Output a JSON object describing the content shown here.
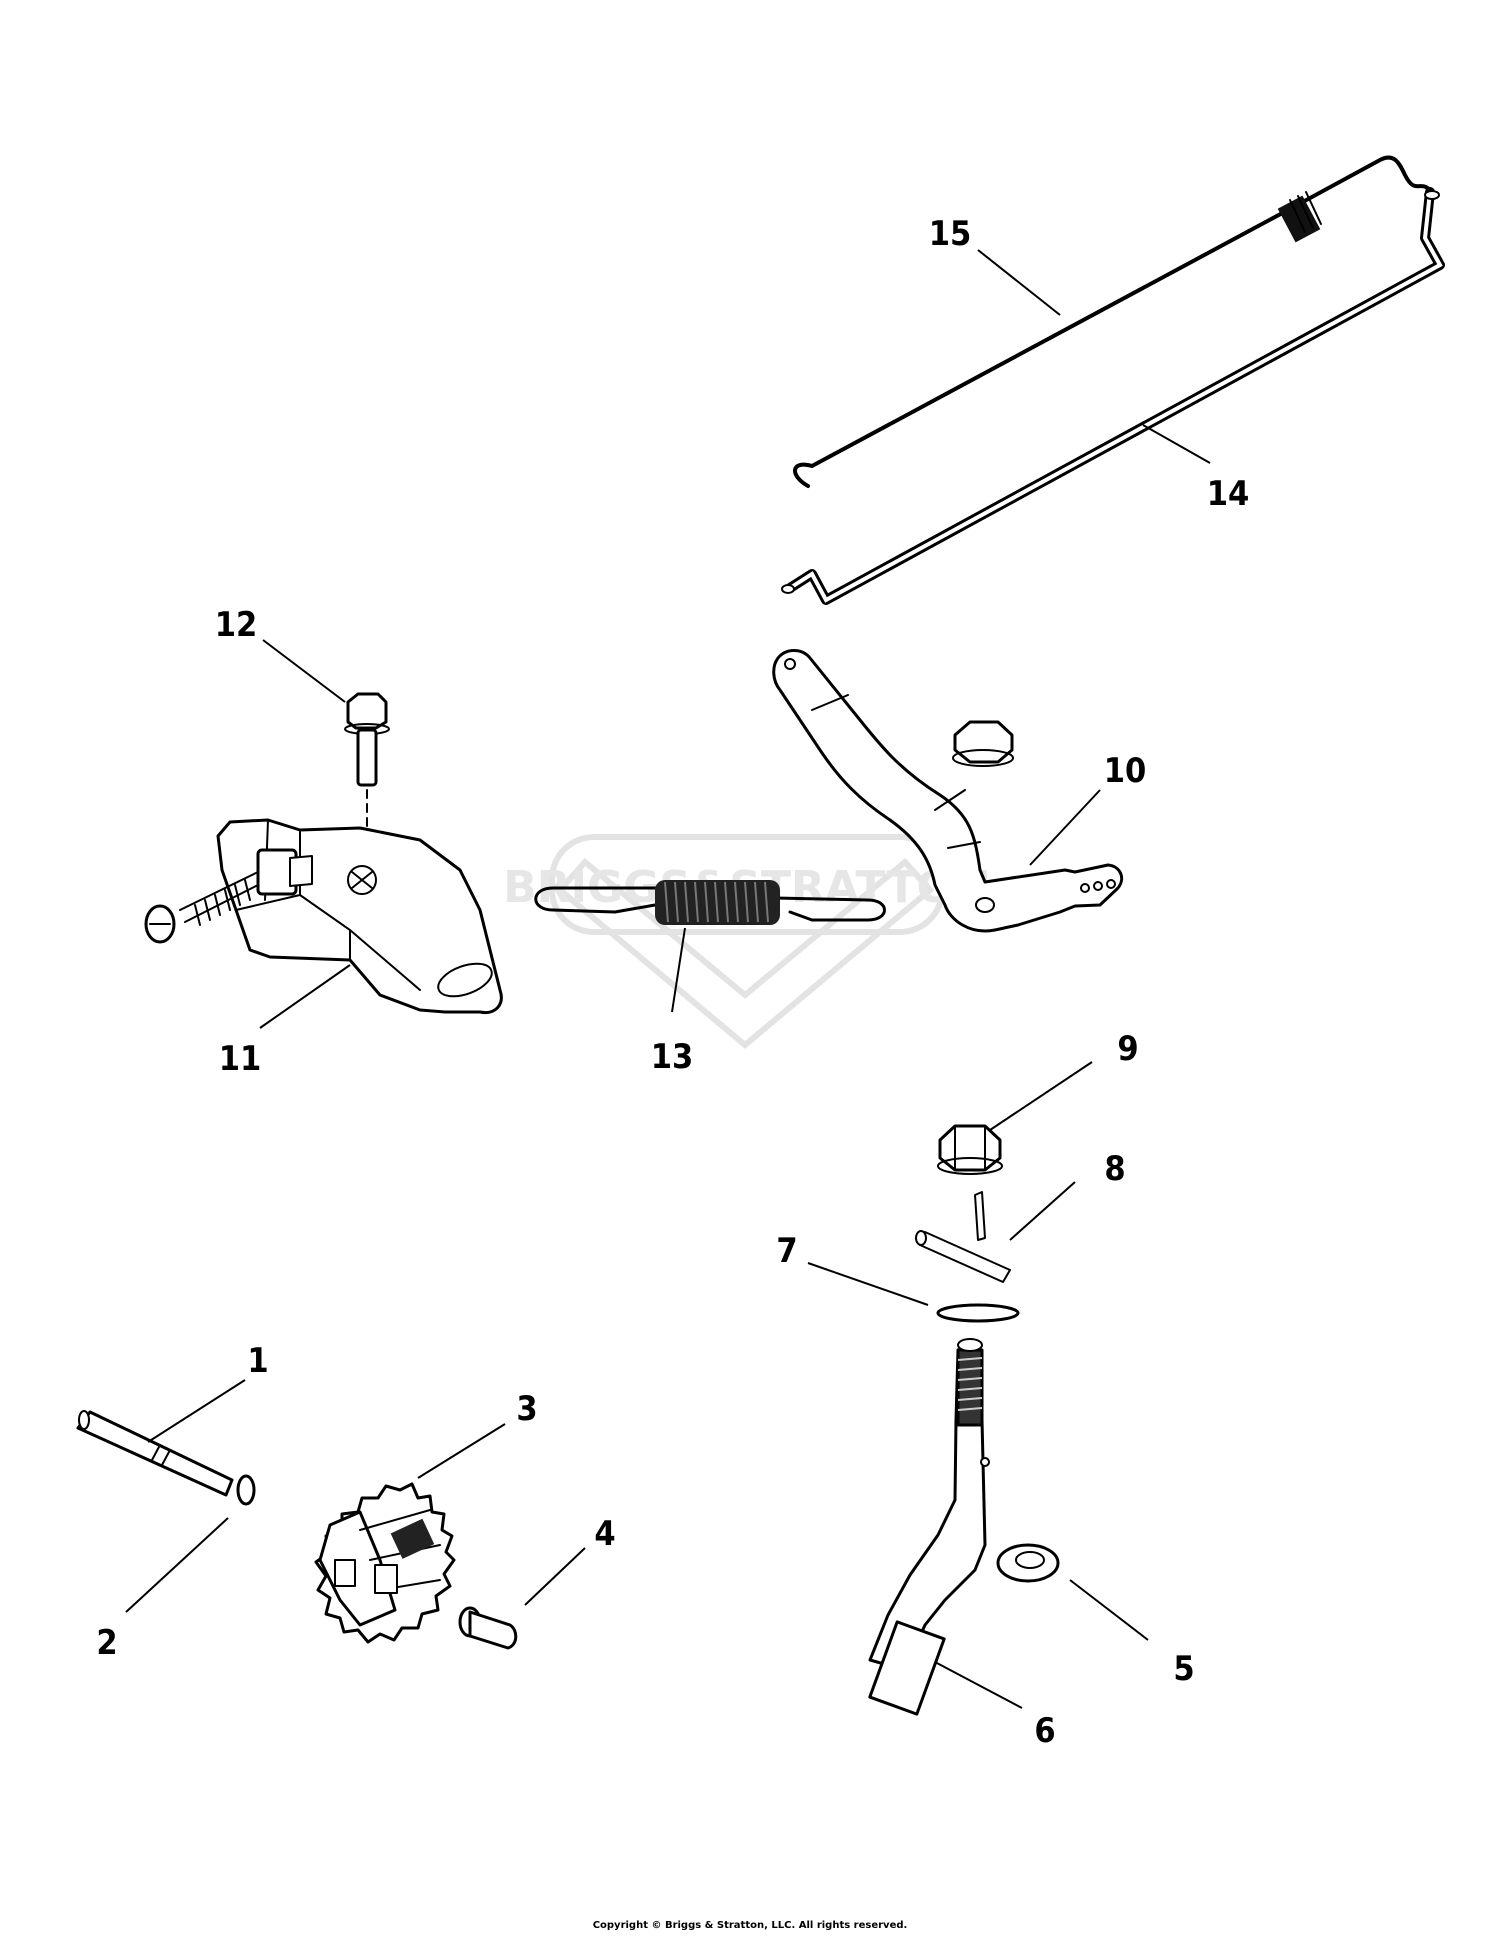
{
  "diagram": {
    "watermark": "BRIGGS&STRATTON",
    "copyright": "Copyright © Briggs & Stratton, LLC. All rights reserved.",
    "callouts": [
      "1",
      "2",
      "3",
      "4",
      "5",
      "6",
      "7",
      "8",
      "9",
      "10",
      "11",
      "12",
      "13",
      "14",
      "15"
    ]
  }
}
